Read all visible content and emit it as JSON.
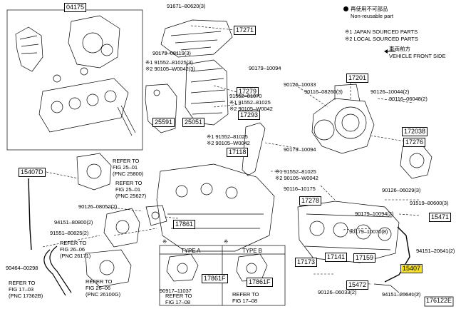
{
  "diagram_id": "176122E",
  "legend": {
    "non_reusable_jp": "再使用不可部品",
    "non_reusable_en": "Non-reusable part",
    "japan_sourced": "※1 JAPAN SOURCED PARTS",
    "local_sourced": "※2 LOCAL SOURCED PARTS",
    "front_jp": "車両前方",
    "front_en": "VEHICLE FRONT SIDE"
  },
  "type_a": "TYPE A",
  "type_b": "TYPE B",
  "parts": {
    "p04175": "04175",
    "p91671": "91671–80620(3)",
    "p17271": "17271",
    "p90179_08119": "90179–08119(3)",
    "p91552_81025_3": "※1 91552–81025(3)",
    "p90105_w0042_3": "※2 90105–W0042(3)",
    "p90179_10094a": "90179–10094",
    "p17279": "17279",
    "p91552_81070": "91552–81070",
    "p91552_81025_b": "※1 91552–81025",
    "p90105_w0042_b": "※2 90105–W0042",
    "p25591": "25591",
    "p25051": "25051",
    "p17293": "17293",
    "p91552_81025_c": "※1 91552–81025",
    "p90105_w0042_c": "※2 90105–W0042",
    "p17118": "17118",
    "p90126_10033": "90126–10033",
    "p17201": "17201",
    "p90116_08260": "90116–08260(3)",
    "p90126_10044": "90126–10044(2)",
    "p90116_06048": "90116–06048(2)",
    "p172038": "172038",
    "p17276": "17276",
    "p90179_10094b": "90179–10094",
    "p91552_81025_d": "※1 91552–81025",
    "p90105_w0042_d": "※2 90105–W0042",
    "p15407D": "15407D",
    "p90116_10175": "90116–10175",
    "p17278": "17278",
    "p90126_06029": "90126–06029(3)",
    "p91519_80600": "91519–80600(3)",
    "p90126_08052": "90126–08052(2)",
    "p90179_10094c": "90179–10094(2)",
    "p15471": "15471",
    "p94151_80800": "94151–80800(2)",
    "p17861": "17861",
    "p90179_10070": "90179–10070(8)",
    "p91551_80825": "91551–80825(2)",
    "p17173": "17173",
    "p17141": "17141",
    "p17159": "17159",
    "p94151_20641_2": "94151–20641(2)",
    "p15407": "15407",
    "p90464_00298": "90464–00298",
    "p17861F_a": "17861F",
    "p17861F_b": "17861F",
    "p90917_11037": "90917–11037",
    "p15472": "15472",
    "p90126_06033": "90126–06033(2)",
    "p94151_20641": "94151–20641(2)"
  },
  "refs": {
    "r1": "REFER TO",
    "r1b": "FIG 25–01",
    "r1c": "(PNC 25800)",
    "r2": "REFER TO",
    "r2b": "FIG 25–01",
    "r2c": "(PNC 25627)",
    "r3": "REFER TO",
    "r3b": "FIG 26–06",
    "r3c": "(PNC 26171)",
    "r4": "REFER TO",
    "r4b": "FIG 17–03",
    "r4c": "(PNC 17362B)",
    "r5": "REFER TO",
    "r5b": "FIG 26–06",
    "r5c": "(PNC 26100G)",
    "r6": "REFER TO",
    "r6b": "FIG 17–08",
    "r7": "REFER TO",
    "r7b": "FIG 17–08"
  },
  "marks": {
    "m1": "※",
    "m2": "※"
  }
}
